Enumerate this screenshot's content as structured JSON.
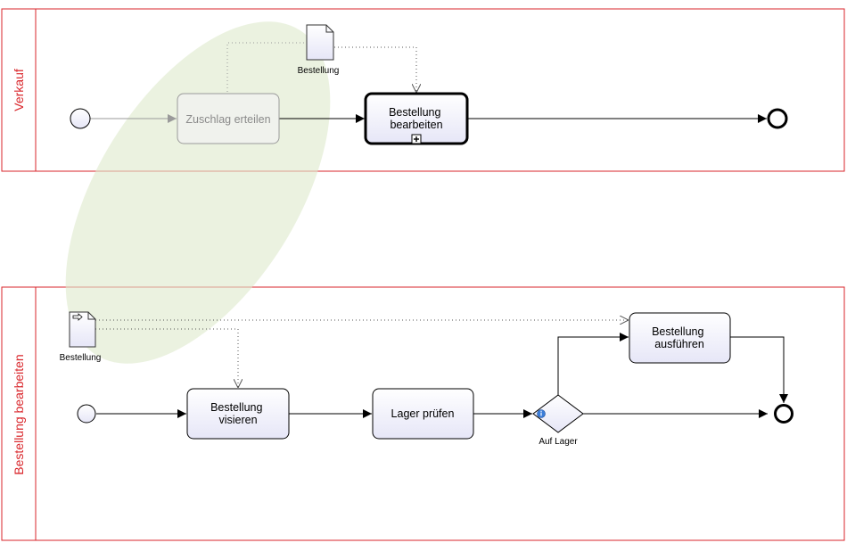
{
  "pools": [
    {
      "label": "Verkauf"
    },
    {
      "label": "Bestellung bearbeiten"
    }
  ],
  "tasks": {
    "zuschlag": "Zuschlag erteilen",
    "bearbeiten": [
      "Bestellung",
      "bearbeiten"
    ],
    "visieren": [
      "Bestellung",
      "visieren"
    ],
    "lager": "Lager prüfen",
    "ausfuehren": [
      "Bestellung",
      "ausführen"
    ]
  },
  "data_objects": {
    "top": "Bestellung",
    "bottom": "Bestellung"
  },
  "gateway": {
    "label": "Auf Lager"
  },
  "colors": {
    "pool_border": "#d9262b",
    "pool_label": "#d9262b",
    "task_fill": "#eeeefb",
    "task_fill_faded": "#f2f2f2",
    "highlight": "#dfeacd",
    "stroke": "#000000"
  }
}
